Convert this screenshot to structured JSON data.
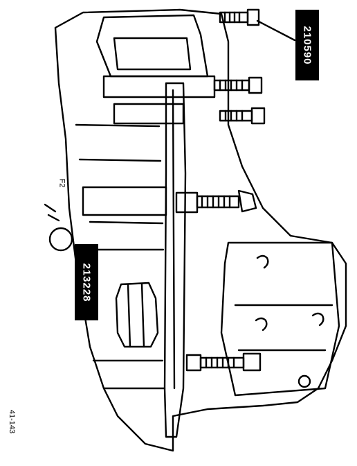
{
  "figure": {
    "callouts": [
      {
        "label": "210590"
      },
      {
        "label": "213228"
      }
    ],
    "figure_number": "41-143",
    "small_label": "F2"
  },
  "colors": {
    "ink": "#000000",
    "paper": "#ffffff"
  }
}
